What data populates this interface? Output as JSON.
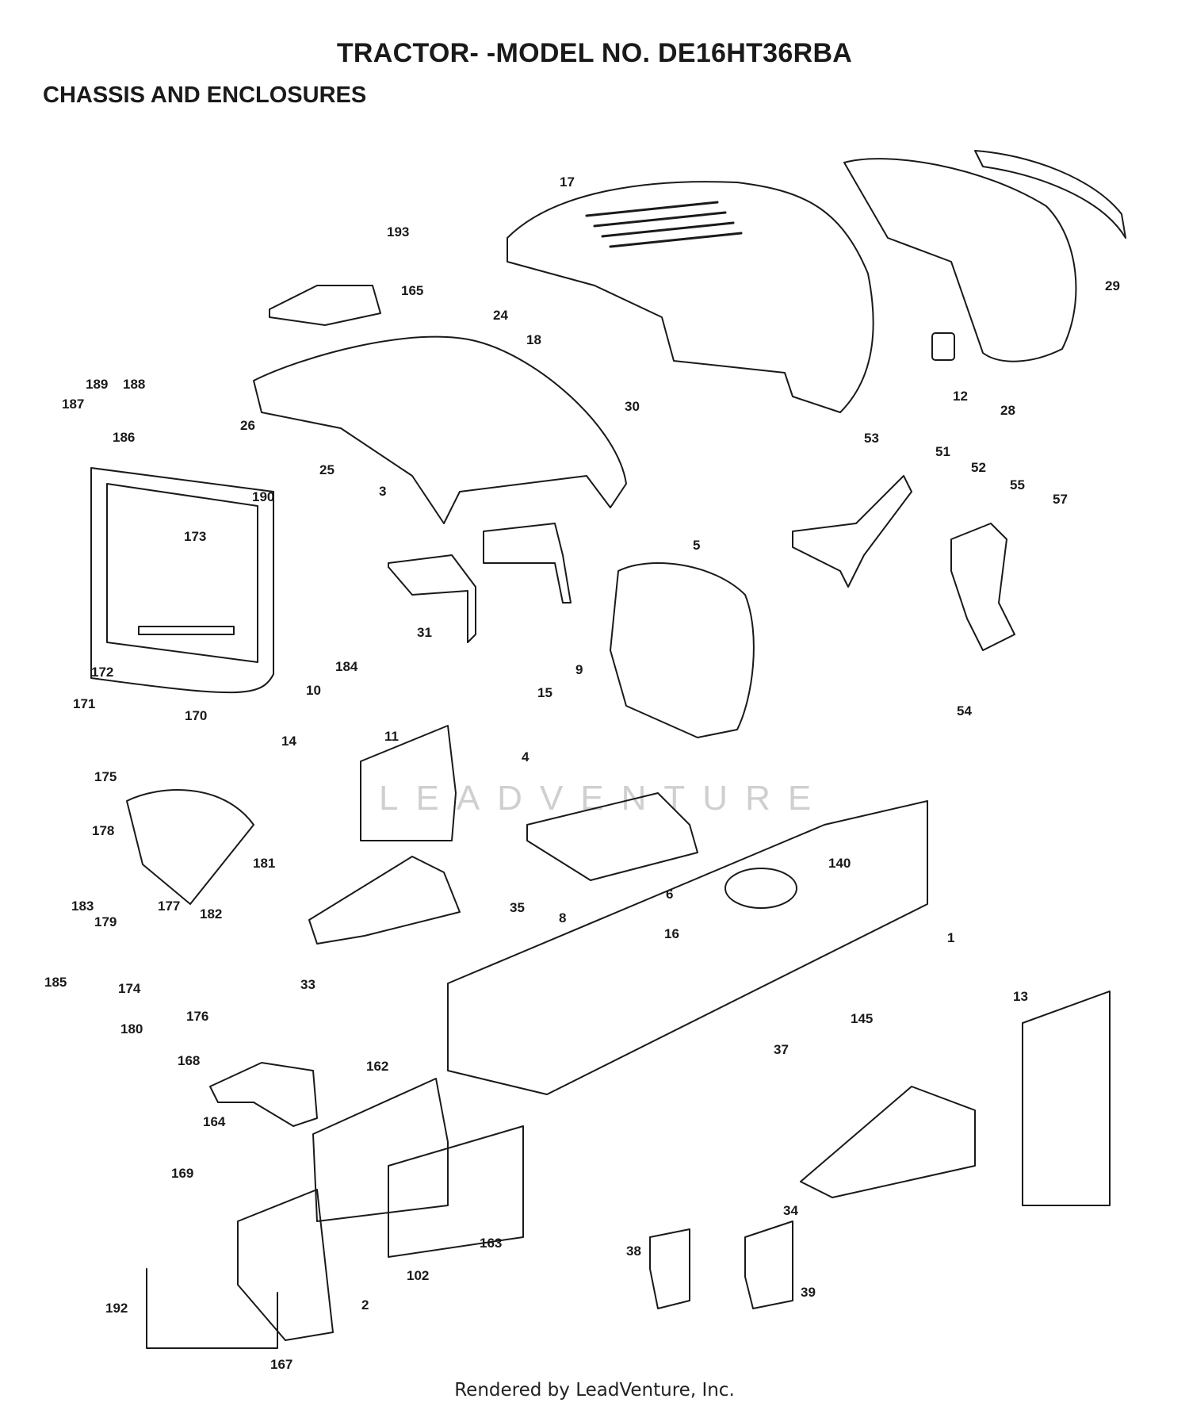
{
  "title": "TRACTOR- -MODEL NO. DE16HT36RBA",
  "section": "CHASSIS AND ENCLOSURES",
  "watermark": "LEADVENTURE",
  "footer": "Rendered by LeadVenture, Inc.",
  "callouts": [
    "17",
    "193",
    "165",
    "24",
    "18",
    "12",
    "28",
    "29",
    "30",
    "26",
    "25",
    "189",
    "188",
    "187",
    "186",
    "190",
    "173",
    "172",
    "171",
    "170",
    "184",
    "10",
    "3",
    "31",
    "5",
    "9",
    "53",
    "51",
    "52",
    "55",
    "57",
    "54",
    "11",
    "14",
    "15",
    "4",
    "175",
    "178",
    "181",
    "183",
    "177",
    "179",
    "182",
    "185",
    "174",
    "180",
    "176",
    "33",
    "35",
    "8",
    "6",
    "16",
    "140",
    "1",
    "145",
    "37",
    "13",
    "168",
    "164",
    "162",
    "169",
    "163",
    "102",
    "2",
    "167",
    "192",
    "38",
    "39",
    "34"
  ]
}
